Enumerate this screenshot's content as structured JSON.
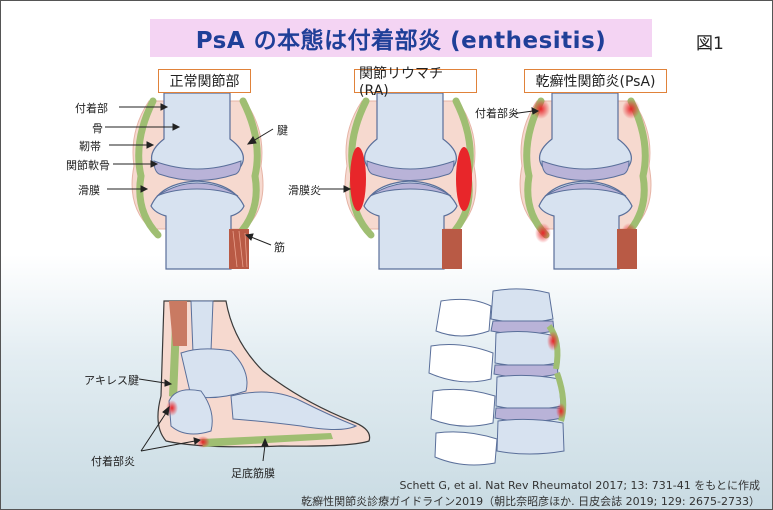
{
  "title": "PsA の本態は付着部炎 (enthesitis)",
  "figure_label": "図1",
  "panels": {
    "normal": "正常関節部",
    "ra": "関節リウマチ(RA)",
    "psa": "乾癬性関節炎(PsA)"
  },
  "labels": {
    "insertion": "付着部",
    "bone": "骨",
    "ligament": "靭帯",
    "cartilage": "関節軟骨",
    "synovium": "滑膜",
    "tendon": "腱",
    "muscle": "筋",
    "synovitis": "滑膜炎",
    "enthesitis": "付着部炎",
    "achilles": "アキレス腱",
    "enthesitis_foot": "付着部炎",
    "plantar_fascia": "足底筋膜"
  },
  "citations": {
    "line1": "Schett G, et al. Nat Rev Rheumatol 2017; 13: 731-41 をもとに作成",
    "line2": "乾癬性関節炎診療ガイドライン2019（朝比奈昭彦ほか. 日皮会誌 2019; 129: 2675-2733）"
  },
  "colors": {
    "title_bg": "#f4d4f3",
    "title_text": "#1f3f98",
    "bone": "#d7e2f0",
    "bone_outline": "#5a6f9a",
    "cartilage": "#b9b3d8",
    "capsule": "#9fbe72",
    "joint_space": "#f6d9cf",
    "muscle": "#b95a45",
    "inflammation": "#e8262a",
    "panel_border": "#e0823a"
  }
}
